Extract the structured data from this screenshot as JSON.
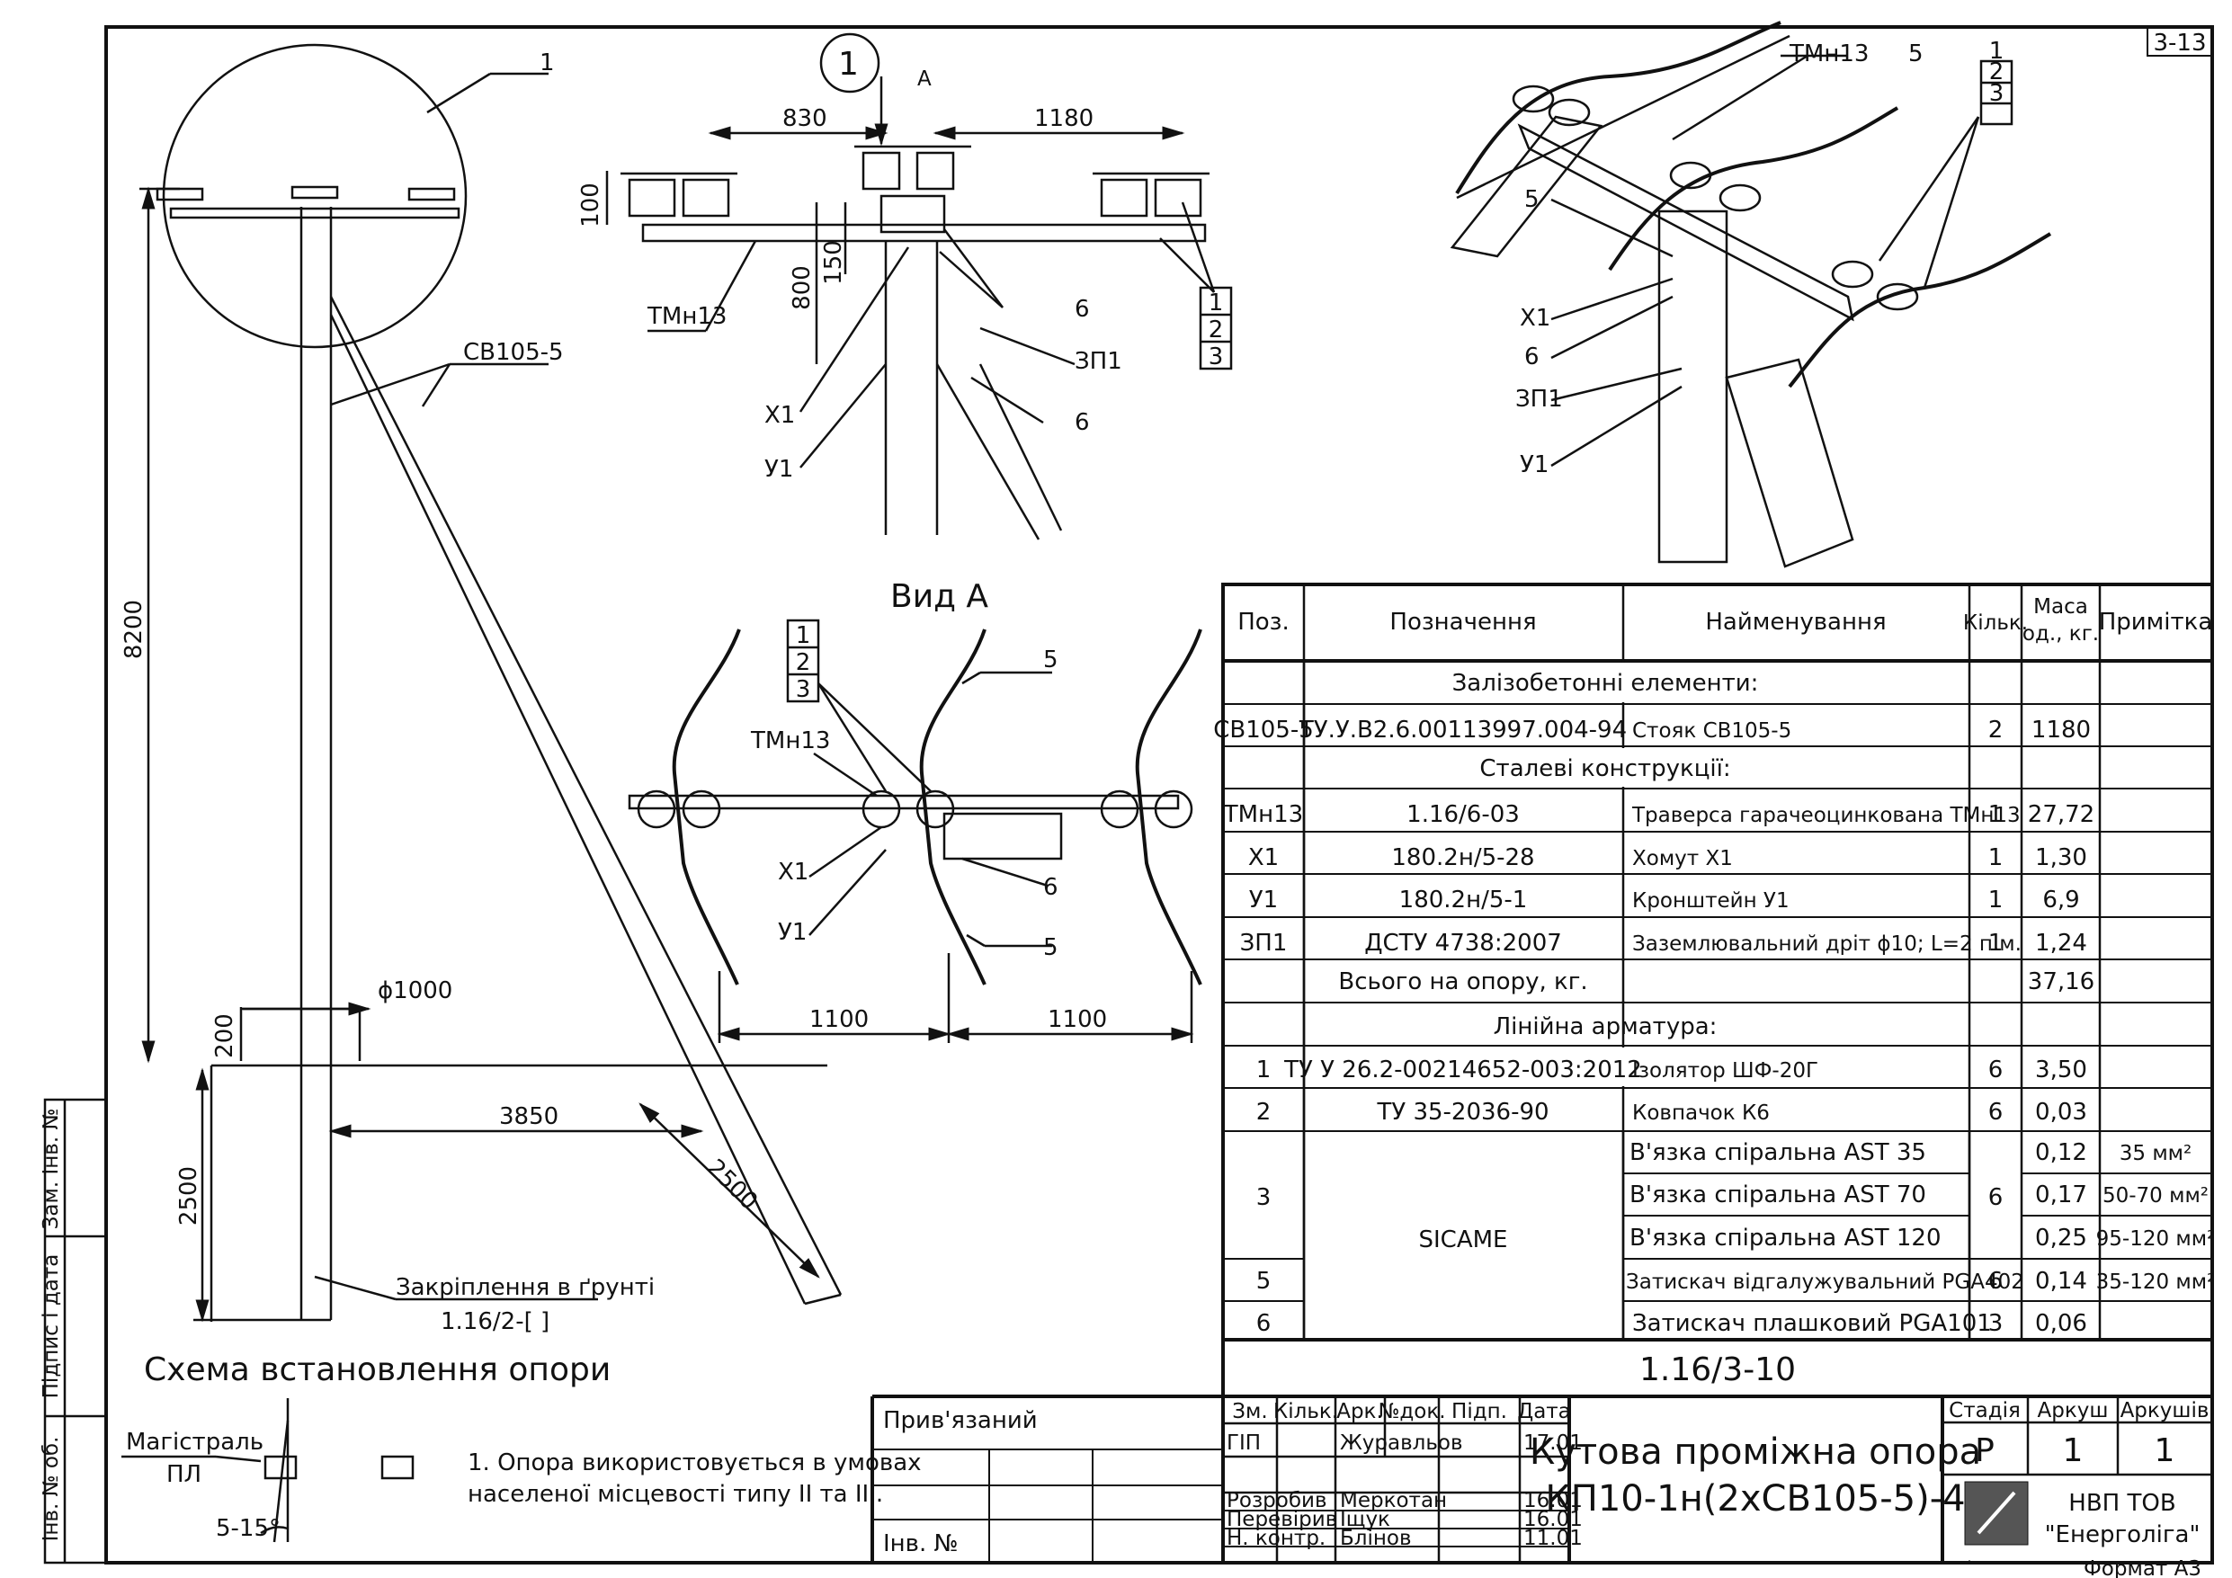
{
  "sheet": {
    "corner_code": "3-13",
    "format": "Формат А3"
  },
  "left_strip": {
    "zam_inv": "Зам. Інв. №",
    "pidpys": "Підпис і дата",
    "inv_orig": "Інв. № об."
  },
  "pole": {
    "callout_1": "1",
    "callout_sv": "СВ105-5",
    "dim_height": "8200",
    "dim_ground": "2500",
    "dim_pit": "200",
    "dim_diam": "ϕ1000",
    "dim_spread": "3850",
    "dim_strut": "2500",
    "anchoring_label": "Закріплення в ґрунті",
    "anchoring_ref": "1.16/2-[    ]",
    "scheme_title": "Схема встановлення опори"
  },
  "detail1": {
    "circle_num": "1",
    "arrow_A": "А",
    "dim_830": "830",
    "dim_1180": "1180",
    "dim_100": "100",
    "dim_150": "150",
    "dim_800": "800",
    "tmn": "ТМн13",
    "x1": "Х1",
    "u1": "У1",
    "c6a": "6",
    "c6b": "6",
    "zp1": "ЗП1",
    "stack": [
      "1",
      "2",
      "3"
    ],
    "view_title": "Вид А"
  },
  "viewA": {
    "stack": [
      "1",
      "2",
      "3"
    ],
    "tmn": "ТМн13",
    "c5a": "5",
    "c5b": "5",
    "x1": "Х1",
    "u1": "У1",
    "c6": "6",
    "dim_left": "1100",
    "dim_right": "1100"
  },
  "iso": {
    "tmn": "ТМн13",
    "c5top": "5",
    "stack": [
      "1",
      "2",
      "3"
    ],
    "c5": "5",
    "x1": "Х1",
    "c6": "6",
    "zp1": "ЗП1",
    "u1": "У1"
  },
  "spec": {
    "headers": [
      "Поз.",
      "Позначення",
      "Найменування",
      "Кільк.",
      "Маса од., кг.",
      "Примітка"
    ],
    "section_concrete": "Залізобетонні елементи:",
    "section_steel": "Сталеві конструкції:",
    "section_fittings": "Лінійна арматура:",
    "total_label": "Всього на опору, кг.",
    "total_value": "37,16",
    "rows_concrete": [
      {
        "pos": "СВ105-5",
        "code": "ТУ.У.В2.6.00113997.004-94",
        "name": "Стояк СВ105-5",
        "qty": "2",
        "mass": "1180",
        "note": ""
      }
    ],
    "rows_steel": [
      {
        "pos": "ТМн13",
        "code": "1.16/6-03",
        "name": "Траверса гарачеоцинкована ТМн13",
        "qty": "1",
        "mass": "27,72",
        "note": ""
      },
      {
        "pos": "Х1",
        "code": "180.2н/5-28",
        "name": "Хомут Х1",
        "qty": "1",
        "mass": "1,30",
        "note": ""
      },
      {
        "pos": "У1",
        "code": "180.2н/5-1",
        "name": "Кронштейн У1",
        "qty": "1",
        "mass": "6,9",
        "note": ""
      },
      {
        "pos": "ЗП1",
        "code": "ДСТУ 4738:2007",
        "name": "Заземлювальний дріт ϕ10; L=2 п.м.",
        "qty": "1",
        "mass": "1,24",
        "note": ""
      }
    ],
    "rows_fittings": [
      {
        "pos": "1",
        "code": "ТУ У 26.2-00214652-003:2012",
        "name": "Ізолятор ШФ-20Г",
        "qty": "6",
        "mass": "3,50",
        "note": ""
      },
      {
        "pos": "2",
        "code": "ТУ 35-2036-90",
        "name": "Ковпачок К6",
        "qty": "6",
        "mass": "0,03",
        "note": ""
      }
    ],
    "group3": {
      "pos": "3",
      "code": "SICAME",
      "qty": "6",
      "rows": [
        {
          "name": "В'язка спіральна AST 35",
          "mass": "0,12",
          "note": "35 мм²"
        },
        {
          "name": "В'язка спіральна AST 70",
          "mass": "0,17",
          "note": "50-70 мм²"
        },
        {
          "name": "В'язка спіральна AST 120",
          "mass": "0,25",
          "note": "95-120 мм²"
        }
      ]
    },
    "row5": {
      "pos": "5",
      "name": "Затискач відгалужувальний PGA402",
      "qty": "6",
      "mass": "0,14",
      "note": "35-120 мм²"
    },
    "row6": {
      "pos": "6",
      "name": "Затискач плашковий PGA101",
      "qty": "3",
      "mass": "0,06",
      "note": ""
    }
  },
  "title_block": {
    "doc_code": "1.16/3-10",
    "tied": "Прив'язаний",
    "inv_no": "Інв. №",
    "headers": [
      "Зм.",
      "Кільк.",
      "Арк.",
      "№док.",
      "Підп.",
      "Дата"
    ],
    "people": [
      {
        "role": "ГІП",
        "name": "Журавльов",
        "date": "17.01"
      },
      {
        "role": "Розробив",
        "name": "Меркотан",
        "date": "16.01"
      },
      {
        "role": "Перевірив",
        "name": "Іщук",
        "date": "16.01"
      },
      {
        "role": "Н. контр.",
        "name": "Блінов",
        "date": "11.01"
      }
    ],
    "title_line1": "Кутова проміжна опора",
    "title_line2": "КП10-1н(2хСВ105-5)-4",
    "stage_h": "Стадія",
    "sheet_h": "Аркуш",
    "sheets_h": "Аркушів",
    "stage": "Р",
    "sheet": "1",
    "sheets": "1",
    "company1": "НВП ТОВ",
    "company2": "\"Енерголіга\""
  },
  "scheme": {
    "main_label": "Магістраль",
    "pl_label": "ПЛ",
    "angle": "5-15°"
  },
  "notes": {
    "line1": "1. Опора використовується в умовах",
    "line2": "населеної місцевості типу ІІ та ІІІ."
  }
}
